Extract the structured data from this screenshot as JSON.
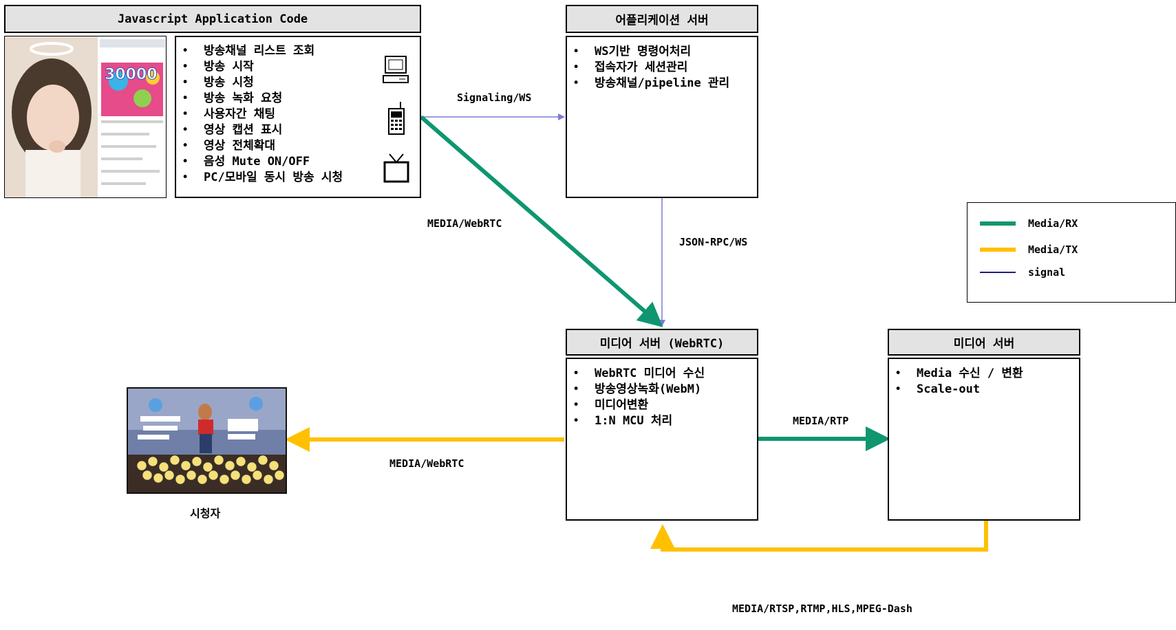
{
  "client": {
    "header": "Javascript Application Code",
    "features": [
      "방송채널 리스트 조회",
      "방송 시작",
      "방송 시청",
      "방송 녹화 요청",
      "사용자간 채팅",
      "영상 캡션 표시",
      "영상 전체확대",
      "음성 Mute ON/OFF",
      "PC/모바일 동시 방송 시청"
    ],
    "device_icons": [
      "computer-icon",
      "mobile-phone-icon",
      "tv-icon"
    ],
    "broadcast_counter": "30000"
  },
  "app_server": {
    "header": "어플리케이션 서버",
    "items": [
      "WS기반 명령어처리",
      "접속자가 세션관리",
      "방송채널/pipeline 관리"
    ]
  },
  "media_server_webrtc": {
    "header": "미디어 서버 (WebRTC)",
    "items": [
      "WebRTC 미디어 수신",
      "방송영상녹화(WebM)",
      "미디어변환",
      "1:N MCU 처리"
    ]
  },
  "media_server": {
    "header": "미디어 서버",
    "items": [
      "Media 수신 / 변환",
      "Scale-out"
    ]
  },
  "viewer": {
    "label": "시청자"
  },
  "connections": {
    "signaling": "Signaling/WS",
    "client_media": "MEDIA/WebRTC",
    "json_rpc": "JSON-RPC/WS",
    "viewer_media": "MEDIA/WebRTC",
    "rtp": "MEDIA/RTP",
    "streaming": "MEDIA/RTSP,RTMP,HLS,MPEG-Dash"
  },
  "legend": [
    {
      "label": "Media/RX",
      "color": "#0e9670"
    },
    {
      "label": "Media/TX",
      "color": "#ffc000"
    },
    {
      "label": "signal",
      "color": "#1f1f7a"
    }
  ],
  "colors": {
    "rx": "#0e9670",
    "tx": "#ffc000",
    "signal": "#7b7bd6"
  }
}
